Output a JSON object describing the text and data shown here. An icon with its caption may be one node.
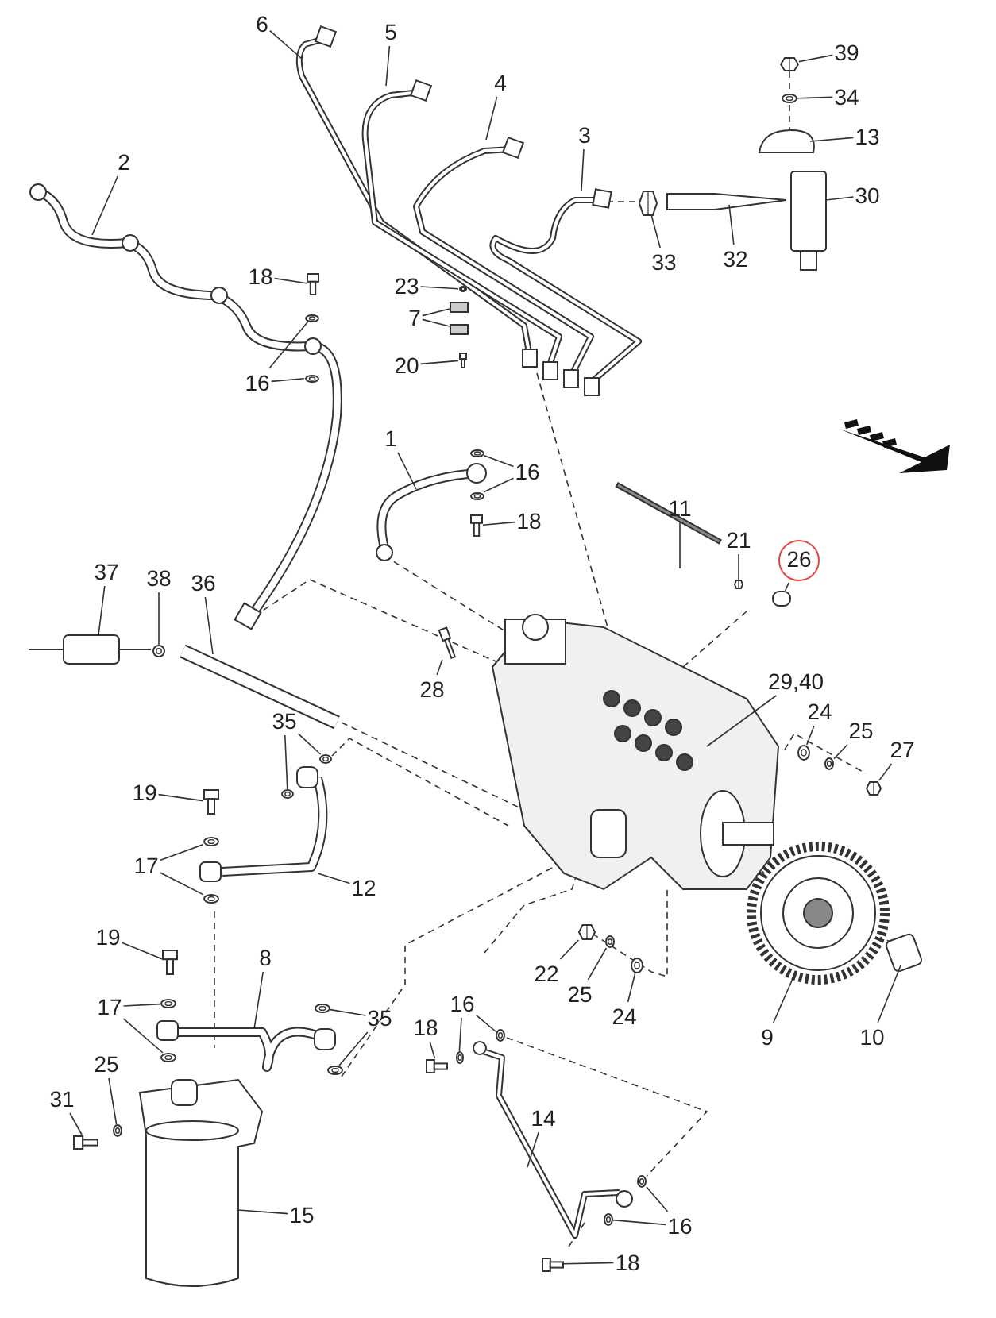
{
  "diagram": {
    "nodes": [
      {
        "text": [
          "6"
        ]
      },
      {
        "text": [
          "5"
        ]
      },
      {
        "text": [
          "4"
        ]
      },
      {
        "text": [
          "3"
        ]
      },
      {
        "text": [
          "39"
        ]
      },
      {
        "text": [
          "34"
        ]
      },
      {
        "text": [
          "13"
        ]
      },
      {
        "text": [
          "30"
        ]
      },
      {
        "text": [
          "2"
        ]
      },
      {
        "text": [
          "33"
        ]
      },
      {
        "text": [
          "32"
        ]
      },
      {
        "text": [
          "18"
        ]
      },
      {
        "text": [
          "23"
        ]
      },
      {
        "text": [
          "7"
        ]
      },
      {
        "text": [
          "16"
        ]
      },
      {
        "text": [
          "20"
        ]
      },
      {
        "text": [
          "1"
        ]
      },
      {
        "text": [
          "16"
        ]
      },
      {
        "text": [
          "18"
        ]
      },
      {
        "text": [
          "11"
        ]
      },
      {
        "text": [
          "21"
        ]
      },
      {
        "text": [
          "26"
        ]
      },
      {
        "text": [
          "37"
        ]
      },
      {
        "text": [
          "38"
        ]
      },
      {
        "text": [
          "36"
        ]
      },
      {
        "text": [
          "28"
        ]
      },
      {
        "text": [
          "29,40"
        ]
      },
      {
        "text": [
          "24"
        ]
      },
      {
        "text": [
          "25"
        ]
      },
      {
        "text": [
          "27"
        ]
      },
      {
        "text": [
          "35"
        ]
      },
      {
        "text": [
          "19"
        ]
      },
      {
        "text": [
          "17"
        ]
      },
      {
        "text": [
          "12"
        ]
      },
      {
        "text": [
          "19"
        ]
      },
      {
        "text": [
          "8"
        ]
      },
      {
        "text": [
          "17"
        ]
      },
      {
        "text": [
          "35"
        ]
      },
      {
        "text": [
          "22"
        ]
      },
      {
        "text": [
          "25"
        ]
      },
      {
        "text": [
          "24"
        ]
      },
      {
        "text": [
          "9"
        ]
      },
      {
        "text": [
          "10"
        ]
      },
      {
        "text": [
          "18"
        ]
      },
      {
        "text": [
          "16"
        ]
      },
      {
        "text": [
          "25"
        ]
      },
      {
        "text": [
          "31"
        ]
      },
      {
        "text": [
          "14"
        ]
      },
      {
        "text": [
          "15"
        ]
      },
      {
        "text": [
          "16"
        ]
      },
      {
        "text": [
          "18"
        ]
      },
      {
        "text": [],
        "shape": "nut"
      },
      {
        "text": [],
        "shape": "washer"
      },
      {
        "text": [],
        "shape": "nut"
      },
      {
        "text": [],
        "shape": "bolt"
      },
      {
        "text": [],
        "shape": "washer"
      },
      {
        "text": [],
        "shape": "plate"
      },
      {
        "text": [],
        "shape": "plate"
      },
      {
        "text": [],
        "shape": "washer"
      },
      {
        "text": [],
        "shape": "washer"
      },
      {
        "text": [],
        "shape": "bolt"
      },
      {
        "text": [],
        "shape": "washer"
      },
      {
        "text": [],
        "shape": "washer"
      },
      {
        "text": [],
        "shape": "bolt"
      },
      {
        "text": [],
        "shape": "nut"
      },
      {
        "text": [],
        "shape": "sleeve"
      },
      {
        "text": [],
        "shape": "washer"
      },
      {
        "text": [],
        "shape": "bolt"
      },
      {
        "text": [],
        "shape": "washer"
      },
      {
        "text": [],
        "shape": "washer"
      },
      {
        "text": [],
        "shape": "nut"
      },
      {
        "text": [],
        "shape": "washer"
      },
      {
        "text": [],
        "shape": "washer"
      },
      {
        "text": [],
        "shape": "bolt"
      },
      {
        "text": [],
        "shape": "washer"
      },
      {
        "text": [],
        "shape": "washer"
      },
      {
        "text": [],
        "shape": "bolt"
      },
      {
        "text": [],
        "shape": "washer"
      },
      {
        "text": [],
        "shape": "washer"
      },
      {
        "text": [],
        "shape": "washer"
      },
      {
        "text": [],
        "shape": "washer"
      },
      {
        "text": [],
        "shape": "nut"
      },
      {
        "text": [],
        "shape": "washer"
      },
      {
        "text": [],
        "shape": "washer"
      },
      {
        "text": [],
        "shape": "bolt"
      },
      {
        "text": [],
        "shape": "washer"
      },
      {
        "text": [],
        "shape": "washer"
      },
      {
        "text": [],
        "shape": "washer"
      },
      {
        "text": [],
        "shape": "bolt"
      },
      {
        "text": [],
        "shape": "washer"
      },
      {
        "text": [],
        "shape": "washer"
      },
      {
        "text": [],
        "shape": "bolt"
      }
    ],
    "edges": [
      {
        "from": 0,
        "to": null,
        "arrow": "none"
      },
      {
        "from": 1,
        "to": null,
        "arrow": "none"
      },
      {
        "from": 2,
        "to": null,
        "arrow": "none"
      },
      {
        "from": 3,
        "to": null,
        "arrow": "none"
      },
      {
        "from": 4,
        "to": 51,
        "arrow": "none"
      },
      {
        "from": 5,
        "to": 52,
        "arrow": "none"
      },
      {
        "from": 6,
        "to": null,
        "arrow": "none"
      },
      {
        "from": 7,
        "to": null,
        "arrow": "none"
      },
      {
        "from": 8,
        "to": null,
        "arrow": "none"
      },
      {
        "from": 9,
        "to": 53,
        "arrow": "none"
      },
      {
        "from": 10,
        "to": null,
        "arrow": "none"
      },
      {
        "from": 11,
        "to": 54,
        "arrow": "none"
      },
      {
        "from": 12,
        "to": 55,
        "arrow": "none"
      },
      {
        "from": 13,
        "to": 56,
        "arrow": "none"
      },
      {
        "from": 13,
        "to": 57,
        "arrow": "none"
      },
      {
        "from": 14,
        "to": 58,
        "arrow": "none"
      },
      {
        "from": 14,
        "to": 59,
        "arrow": "none"
      },
      {
        "from": 15,
        "to": 60,
        "arrow": "none"
      },
      {
        "from": 16,
        "to": null,
        "arrow": "none"
      },
      {
        "from": 17,
        "to": 61,
        "arrow": "none"
      },
      {
        "from": 17,
        "to": 62,
        "arrow": "none"
      },
      {
        "from": 18,
        "to": 63,
        "arrow": "none"
      },
      {
        "from": 19,
        "to": null,
        "arrow": "none"
      },
      {
        "from": 20,
        "to": 64,
        "arrow": "none"
      },
      {
        "from": 21,
        "to": 65,
        "arrow": "none"
      },
      {
        "from": 22,
        "to": null,
        "arrow": "none"
      },
      {
        "from": 23,
        "to": 66,
        "arrow": "none"
      },
      {
        "from": 24,
        "to": null,
        "arrow": "none"
      },
      {
        "from": 25,
        "to": 67,
        "arrow": "none"
      },
      {
        "from": 26,
        "to": null,
        "arrow": "none"
      },
      {
        "from": 27,
        "to": 68,
        "arrow": "none"
      },
      {
        "from": 28,
        "to": 69,
        "arrow": "none"
      },
      {
        "from": 29,
        "to": 70,
        "arrow": "none"
      },
      {
        "from": 30,
        "to": 71,
        "arrow": "none"
      },
      {
        "from": 30,
        "to": 72,
        "arrow": "none"
      },
      {
        "from": 31,
        "to": 73,
        "arrow": "none"
      },
      {
        "from": 32,
        "to": 74,
        "arrow": "none"
      },
      {
        "from": 32,
        "to": 75,
        "arrow": "none"
      },
      {
        "from": 33,
        "to": null,
        "arrow": "none"
      },
      {
        "from": 34,
        "to": 76,
        "arrow": "none"
      },
      {
        "from": 35,
        "to": null,
        "arrow": "none"
      },
      {
        "from": 36,
        "to": 77,
        "arrow": "none"
      },
      {
        "from": 36,
        "to": 78,
        "arrow": "none"
      },
      {
        "from": 37,
        "to": 79,
        "arrow": "none"
      },
      {
        "from": 37,
        "to": 80,
        "arrow": "none"
      },
      {
        "from": 38,
        "to": 81,
        "arrow": "none"
      },
      {
        "from": 39,
        "to": 82,
        "arrow": "none"
      },
      {
        "from": 40,
        "to": 83,
        "arrow": "none"
      },
      {
        "from": 41,
        "to": null,
        "arrow": "none"
      },
      {
        "from": 42,
        "to": null,
        "arrow": "none"
      },
      {
        "from": 43,
        "to": 84,
        "arrow": "none"
      },
      {
        "from": 44,
        "to": 85,
        "arrow": "none"
      },
      {
        "from": 44,
        "to": 86,
        "arrow": "none"
      },
      {
        "from": 45,
        "to": 87,
        "arrow": "none"
      },
      {
        "from": 46,
        "to": 88,
        "arrow": "none"
      },
      {
        "from": 47,
        "to": null,
        "arrow": "none"
      },
      {
        "from": 48,
        "to": null,
        "arrow": "none"
      },
      {
        "from": 49,
        "to": 89,
        "arrow": "none"
      },
      {
        "from": 49,
        "to": 90,
        "arrow": "none"
      },
      {
        "from": 50,
        "to": 91,
        "arrow": "none"
      },
      {
        "from": 86,
        "to": 90,
        "arrow": "none",
        "style": "dashed"
      }
    ]
  }
}
